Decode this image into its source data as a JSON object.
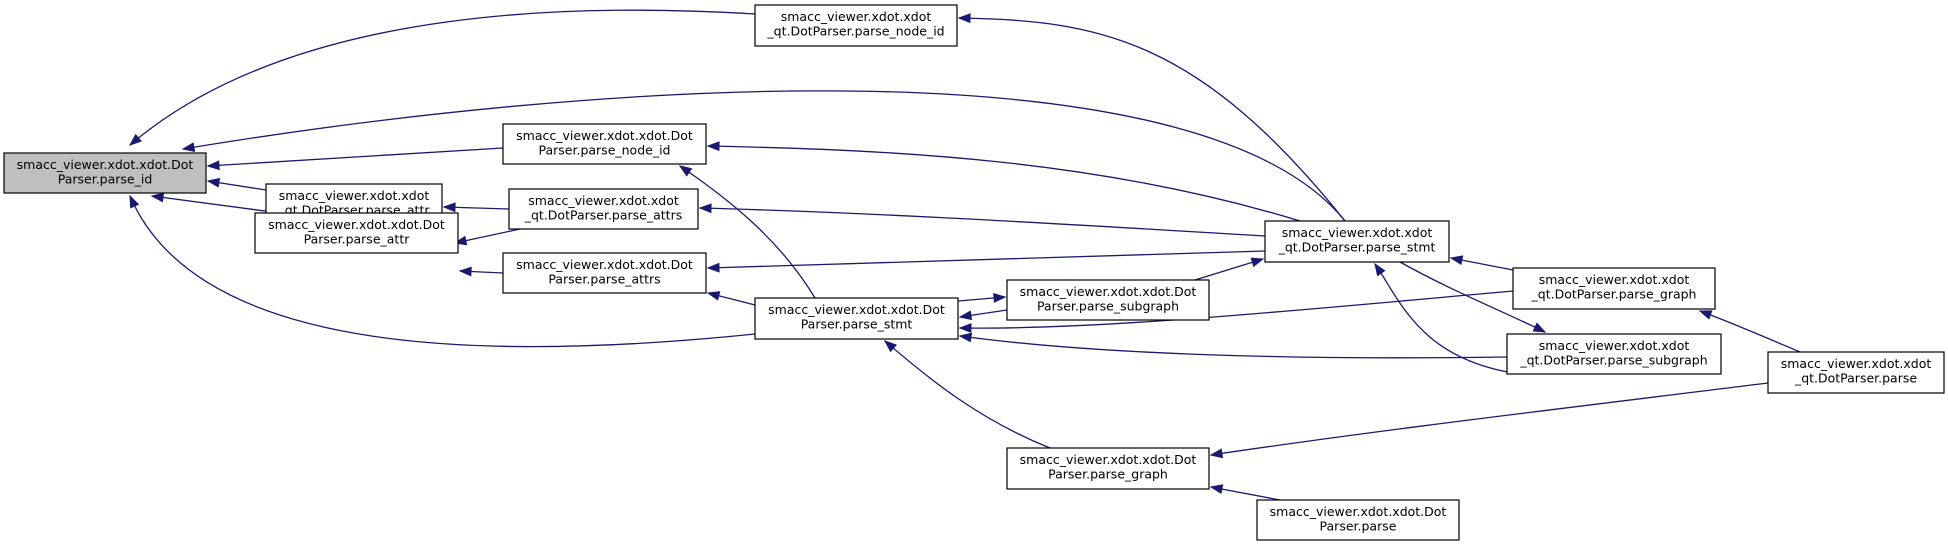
{
  "colors": {
    "edge": "#191970",
    "highlight_fill": "#bfbfbf",
    "node_fill": "#ffffff",
    "node_border": "#000000"
  },
  "nodes": [
    {
      "id": "root",
      "lines": [
        "smacc_viewer.xdot.xdot.Dot",
        "Parser.parse_id"
      ],
      "highlight": true
    },
    {
      "id": "qt_parse_node_id",
      "lines": [
        "smacc_viewer.xdot.xdot",
        "_qt.DotParser.parse_node_id"
      ]
    },
    {
      "id": "parse_node_id",
      "lines": [
        "smacc_viewer.xdot.xdot.Dot",
        "Parser.parse_node_id"
      ]
    },
    {
      "id": "qt_parse_attr",
      "lines": [
        "smacc_viewer.xdot.xdot",
        "_qt.DotParser.parse_attr"
      ]
    },
    {
      "id": "qt_parse_attrs",
      "lines": [
        "smacc_viewer.xdot.xdot",
        "_qt.DotParser.parse_attrs"
      ]
    },
    {
      "id": "parse_attr",
      "lines": [
        "smacc_viewer.xdot.xdot.Dot",
        "Parser.parse_attr"
      ]
    },
    {
      "id": "parse_attrs",
      "lines": [
        "smacc_viewer.xdot.xdot.Dot",
        "Parser.parse_attrs"
      ]
    },
    {
      "id": "parse_stmt",
      "lines": [
        "smacc_viewer.xdot.xdot.Dot",
        "Parser.parse_stmt"
      ]
    },
    {
      "id": "parse_subgraph",
      "lines": [
        "smacc_viewer.xdot.xdot.Dot",
        "Parser.parse_subgraph"
      ]
    },
    {
      "id": "qt_parse_stmt",
      "lines": [
        "smacc_viewer.xdot.xdot",
        "_qt.DotParser.parse_stmt"
      ]
    },
    {
      "id": "qt_parse_graph",
      "lines": [
        "smacc_viewer.xdot.xdot",
        "_qt.DotParser.parse_graph"
      ]
    },
    {
      "id": "qt_parse_subgraph",
      "lines": [
        "smacc_viewer.xdot.xdot",
        "_qt.DotParser.parse_subgraph"
      ]
    },
    {
      "id": "qt_parse",
      "lines": [
        "smacc_viewer.xdot.xdot",
        "_qt.DotParser.parse"
      ]
    },
    {
      "id": "parse_graph",
      "lines": [
        "smacc_viewer.xdot.xdot.Dot",
        "Parser.parse_graph"
      ]
    },
    {
      "id": "parse",
      "lines": [
        "smacc_viewer.xdot.xdot.Dot",
        "Parser.parse"
      ]
    }
  ],
  "edges": [
    {
      "from": "qt_parse_node_id",
      "to": "root"
    },
    {
      "from": "qt_parse_stmt",
      "to": "root"
    },
    {
      "from": "parse_node_id",
      "to": "root"
    },
    {
      "from": "qt_parse_attr",
      "to": "root"
    },
    {
      "from": "parse_attr",
      "to": "root"
    },
    {
      "from": "parse_stmt",
      "to": "root"
    },
    {
      "from": "qt_parse_stmt",
      "to": "qt_parse_node_id"
    },
    {
      "from": "qt_parse_stmt",
      "to": "parse_node_id"
    },
    {
      "from": "parse_stmt",
      "to": "parse_node_id"
    },
    {
      "from": "qt_parse_attrs",
      "to": "qt_parse_attr"
    },
    {
      "from": "qt_parse_stmt",
      "to": "qt_parse_attrs"
    },
    {
      "from": "parse_attrs",
      "to": "parse_attr"
    },
    {
      "from": "qt_parse_attrs",
      "to": "parse_attr"
    },
    {
      "from": "qt_parse_stmt",
      "to": "parse_attrs"
    },
    {
      "from": "parse_stmt",
      "to": "parse_attrs"
    },
    {
      "from": "parse_subgraph",
      "to": "parse_stmt"
    },
    {
      "from": "qt_parse_graph",
      "to": "parse_stmt"
    },
    {
      "from": "qt_parse_subgraph",
      "to": "parse_stmt"
    },
    {
      "from": "parse_graph",
      "to": "parse_stmt"
    },
    {
      "from": "parse_stmt",
      "to": "parse_subgraph"
    },
    {
      "from": "parse_subgraph",
      "to": "qt_parse_stmt"
    },
    {
      "from": "qt_parse_graph",
      "to": "qt_parse_stmt"
    },
    {
      "from": "qt_parse_subgraph",
      "to": "qt_parse_stmt"
    },
    {
      "from": "qt_parse_stmt",
      "to": "qt_parse_subgraph"
    },
    {
      "from": "qt_parse",
      "to": "qt_parse_graph"
    },
    {
      "from": "qt_parse",
      "to": "parse_graph"
    },
    {
      "from": "parse",
      "to": "parse_graph"
    }
  ]
}
